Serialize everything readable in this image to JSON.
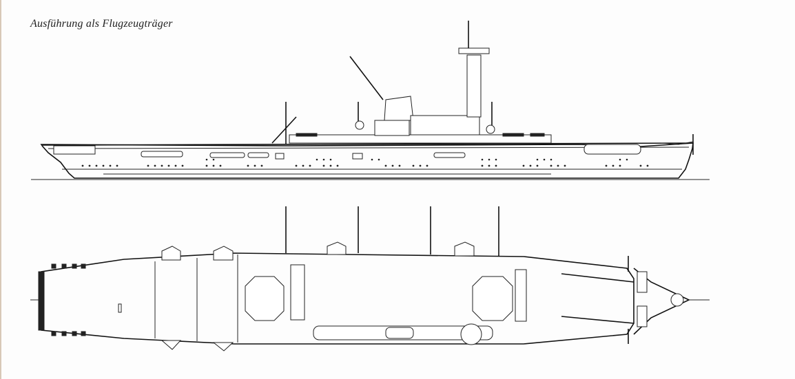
{
  "caption": "Ausführung als Flugzeugträger",
  "drawings": [
    {
      "view": "side-profile",
      "subject": "aircraft-carrier"
    },
    {
      "view": "plan-view",
      "subject": "aircraft-carrier-flight-deck"
    }
  ],
  "colors": {
    "ink": "#222222",
    "paper": "#fdfdfd"
  }
}
